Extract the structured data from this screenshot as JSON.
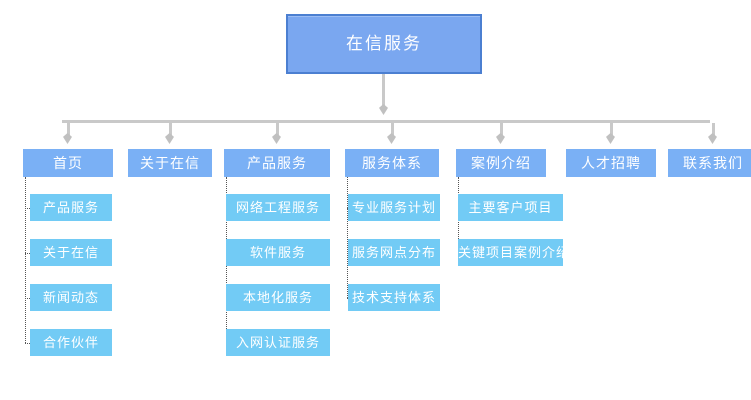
{
  "diagram": {
    "title": "在信服务",
    "type": "sitemap-tree",
    "colors": {
      "root_fill": "#7aa7f0",
      "root_border": "#4b7fd1",
      "level2_fill": "#7ab0f5",
      "level3_fill": "#72cbf5",
      "connector": "#c9c9c9",
      "dotted_connector": "#555555",
      "text": "#ffffff",
      "background": "#ffffff"
    },
    "root": {
      "label": "在信服务"
    },
    "branches": [
      {
        "label": "首页",
        "children": [
          {
            "label": "产品服务"
          },
          {
            "label": "关于在信"
          },
          {
            "label": "新闻动态"
          },
          {
            "label": "合作伙伴"
          }
        ]
      },
      {
        "label": "关于在信",
        "children": []
      },
      {
        "label": "产品服务",
        "children": [
          {
            "label": "网络工程服务"
          },
          {
            "label": "软件服务"
          },
          {
            "label": "本地化服务"
          },
          {
            "label": "入网认证服务"
          }
        ]
      },
      {
        "label": "服务体系",
        "children": [
          {
            "label": "专业服务计划"
          },
          {
            "label": "服务网点分布"
          },
          {
            "label": "技术支持体系"
          }
        ]
      },
      {
        "label": "案例介绍",
        "children": [
          {
            "label": "主要客户项目"
          },
          {
            "label": "关键项目案例介绍"
          }
        ]
      },
      {
        "label": "人才招聘",
        "children": []
      },
      {
        "label": "联系我们",
        "children": []
      }
    ]
  }
}
